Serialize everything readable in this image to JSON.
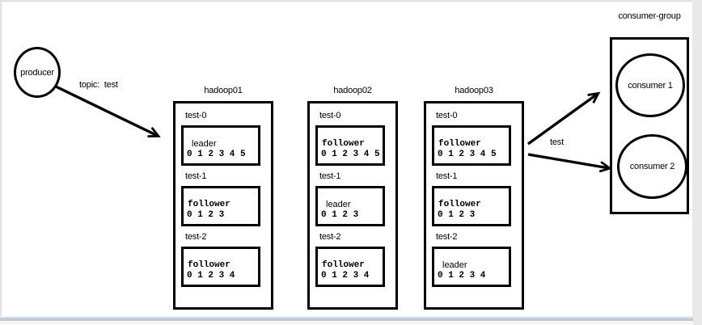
{
  "canvas": {
    "background": "#ffffff",
    "frame": "#e9e9e9",
    "scrollbar": "#c3cdda",
    "stroke": "#000000"
  },
  "producer": {
    "label": "producer"
  },
  "edges": {
    "producer_to_brokers_label": "topic:  test",
    "brokers_to_consumers_label": "test"
  },
  "brokers": [
    {
      "name": "hadoop01",
      "partitions": [
        {
          "name": "test-0",
          "role": "leader",
          "offsets": "0 1 2 3 4 5"
        },
        {
          "name": "test-1",
          "role": "follower",
          "offsets": "0 1 2 3"
        },
        {
          "name": "test-2",
          "role": "follower",
          "offsets": "0 1 2 3 4"
        }
      ]
    },
    {
      "name": "hadoop02",
      "partitions": [
        {
          "name": "test-0",
          "role": "follower",
          "offsets": "0 1 2 3 4 5"
        },
        {
          "name": "test-1",
          "role": "leader",
          "offsets": "0 1 2 3"
        },
        {
          "name": "test-2",
          "role": "follower",
          "offsets": "0 1 2 3 4"
        }
      ]
    },
    {
      "name": "hadoop03",
      "partitions": [
        {
          "name": "test-0",
          "role": "follower",
          "offsets": "0 1 2 3 4 5"
        },
        {
          "name": "test-1",
          "role": "follower",
          "offsets": "0 1 2 3"
        },
        {
          "name": "test-2",
          "role": "leader",
          "offsets": "0 1 2 3 4"
        }
      ]
    }
  ],
  "consumer_group": {
    "label": "consumer-group",
    "consumers": [
      "consumer 1",
      "consumer 2"
    ]
  }
}
